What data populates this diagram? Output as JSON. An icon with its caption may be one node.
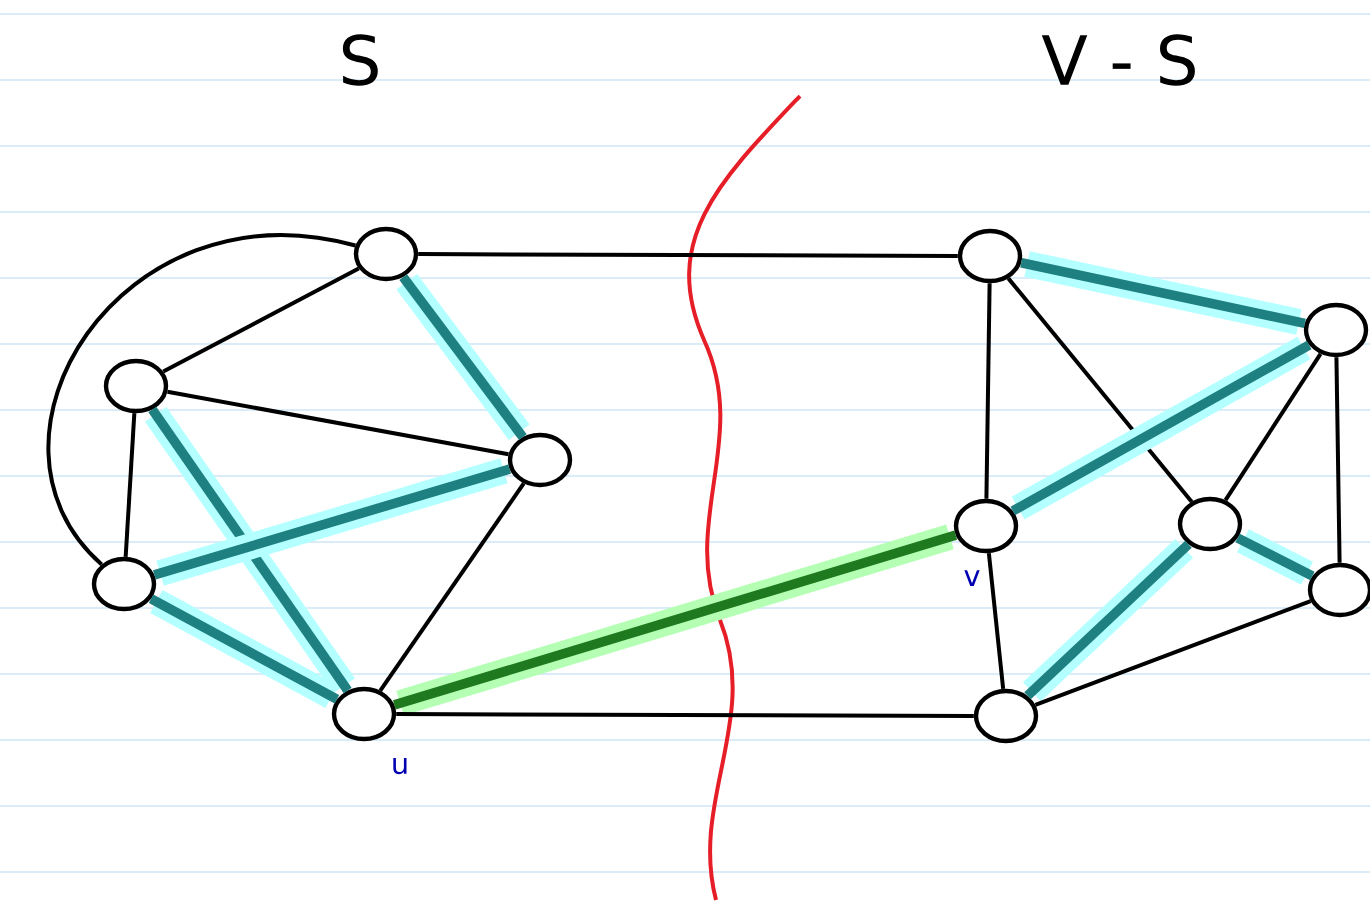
{
  "diagram": {
    "nodes": [
      {
        "text": [],
        "shape": "circle"
      },
      {
        "text": [],
        "shape": "circle"
      },
      {
        "text": [],
        "shape": "circle"
      },
      {
        "text": [],
        "shape": "circle"
      },
      {
        "text": [],
        "shape": "circle",
        "beside": [
          "u"
        ]
      },
      {
        "text": [],
        "shape": "circle"
      },
      {
        "text": [],
        "shape": "circle"
      },
      {
        "text": [],
        "shape": "circle",
        "beside": [
          "v"
        ]
      },
      {
        "text": [],
        "shape": "circle"
      },
      {
        "text": [],
        "shape": "circle"
      },
      {
        "text": [],
        "shape": "circle"
      }
    ],
    "edges": [
      {
        "from": 0,
        "to": 1,
        "arrow": "none"
      },
      {
        "from": 0,
        "to": 3,
        "arrow": "none"
      },
      {
        "from": 0,
        "to": 2,
        "arrow": "none",
        "style": "thick",
        "color": "#1e8080"
      },
      {
        "from": 1,
        "to": 2,
        "arrow": "none"
      },
      {
        "from": 1,
        "to": 3,
        "arrow": "none"
      },
      {
        "from": 1,
        "to": 4,
        "arrow": "none",
        "style": "thick",
        "color": "#1e8080"
      },
      {
        "from": 3,
        "to": 2,
        "arrow": "none",
        "style": "thick",
        "color": "#1e8080"
      },
      {
        "from": 3,
        "to": 4,
        "arrow": "none",
        "style": "thick",
        "color": "#1e8080"
      },
      {
        "from": 2,
        "to": 4,
        "arrow": "none"
      },
      {
        "from": 0,
        "to": 5,
        "arrow": "none"
      },
      {
        "from": 4,
        "to": 7,
        "arrow": "none",
        "style": "thick",
        "color": "#1f7a1f"
      },
      {
        "from": 4,
        "to": 10,
        "arrow": "none"
      },
      {
        "from": 5,
        "to": 7,
        "arrow": "none"
      },
      {
        "from": 5,
        "to": 8,
        "arrow": "none"
      },
      {
        "from": 5,
        "to": 6,
        "arrow": "none",
        "style": "thick",
        "color": "#1e8080"
      },
      {
        "from": 7,
        "to": 6,
        "arrow": "none",
        "style": "thick",
        "color": "#1e8080"
      },
      {
        "from": 7,
        "to": 10,
        "arrow": "none"
      },
      {
        "from": 6,
        "to": 8,
        "arrow": "none"
      },
      {
        "from": 6,
        "to": 9,
        "arrow": "none"
      },
      {
        "from": 8,
        "to": 9,
        "arrow": "none",
        "style": "thick",
        "color": "#1e8080"
      },
      {
        "from": 8,
        "to": 10,
        "arrow": "none",
        "style": "thick",
        "color": "#1e8080"
      },
      {
        "from": 10,
        "to": 9,
        "arrow": "none"
      }
    ],
    "labels": [
      "S",
      "V - S"
    ]
  }
}
